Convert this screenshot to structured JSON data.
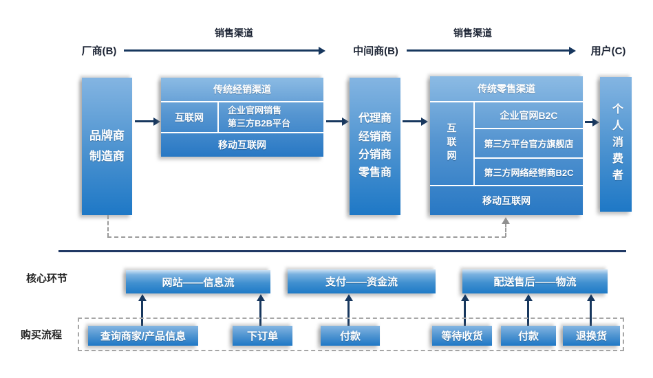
{
  "header": {
    "channel_label_left": "销售渠道",
    "channel_label_right": "销售渠道",
    "manufacturer": "厂商(B)",
    "middleman": "中间商(B)",
    "user": "用户(C)"
  },
  "flow": {
    "brand_box": {
      "line1": "品牌商",
      "line2": "制造商"
    },
    "left_group": {
      "top": "传统经销渠道",
      "internet": "互联网",
      "internet_detail_line1": "企业官网销售",
      "internet_detail_line2": "第三方B2B平台",
      "mobile": "移动互联网"
    },
    "agent_box": {
      "lines": [
        "代理商",
        "经销商",
        "分销商",
        "零售商"
      ]
    },
    "right_group": {
      "top": "传统零售渠道",
      "internet_vertical": "互联网",
      "rows": [
        "企业官网B2C",
        "第三方平台官方旗舰店",
        "第三方网络经销商B2C"
      ],
      "mobile": "移动互联网"
    },
    "consumer_box": "个人消费者"
  },
  "bottom": {
    "core_label": "核心环节",
    "purchase_label": "购买流程",
    "bars": [
      "网站——信息流",
      "支付——资金流",
      "配送售后——物流"
    ],
    "steps": [
      "查询商家/产品信息",
      "下订单",
      "付款",
      "等待收货",
      "付款",
      "退换货"
    ]
  },
  "colors": {
    "box_blue_top": "#84B5E2",
    "box_blue_bottom": "#1E78C6",
    "arrow_navy": "#17375E",
    "divider_navy": "#1F3864",
    "dashed_gray": "#A6A6A6",
    "label_dark": "#262626",
    "text_white": "#FFFFFF"
  }
}
